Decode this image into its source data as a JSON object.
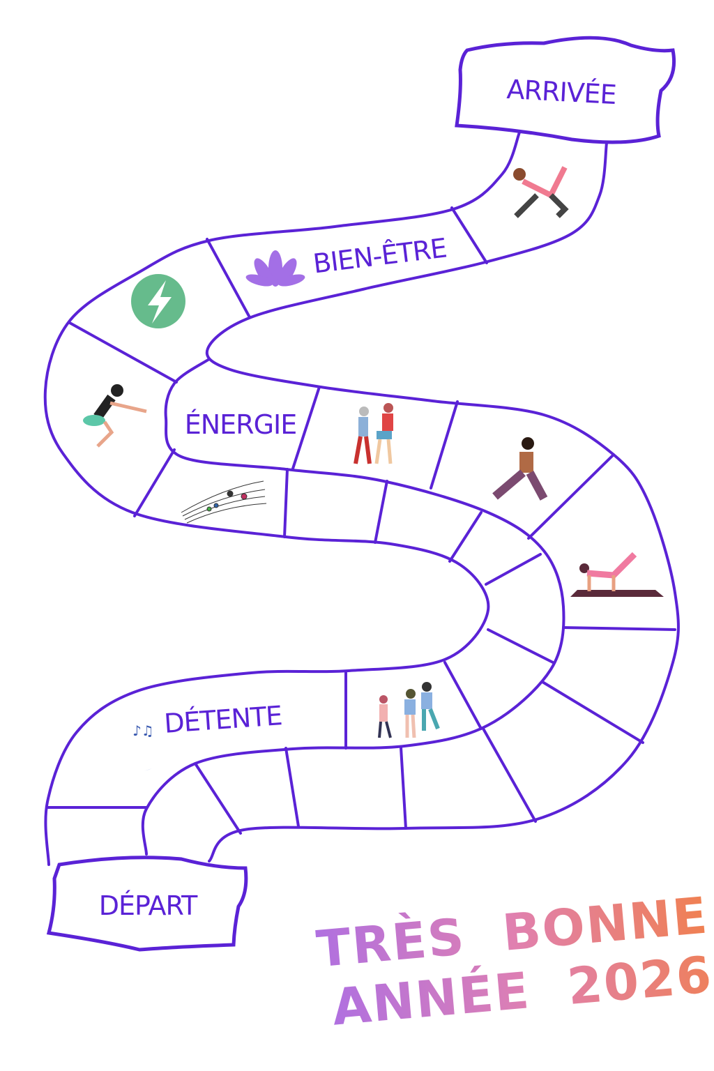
{
  "board": {
    "finish_label": "ARRIVÉE",
    "start_label": "DÉPART",
    "zones": {
      "wellbeing": "BIEN-ÊTRE",
      "energy": "ÉNERGIE",
      "relaxation": "DÉTENTE"
    },
    "track_color": "#5a22d6"
  },
  "greeting": {
    "line1": "TRÈS  BONNE",
    "line2": "ANNÉE  2026!",
    "gradient_start": "#b070e0",
    "gradient_end": "#f08050"
  },
  "icons": [
    "lightning-icon",
    "lotus-icon",
    "moon-icon",
    "music-notes-icon",
    "yoga-figure-icon",
    "squat-figure-icon",
    "stretching-people-icon",
    "lunge-figure-icon",
    "mat-exercise-icon",
    "dancing-group-icon"
  ]
}
